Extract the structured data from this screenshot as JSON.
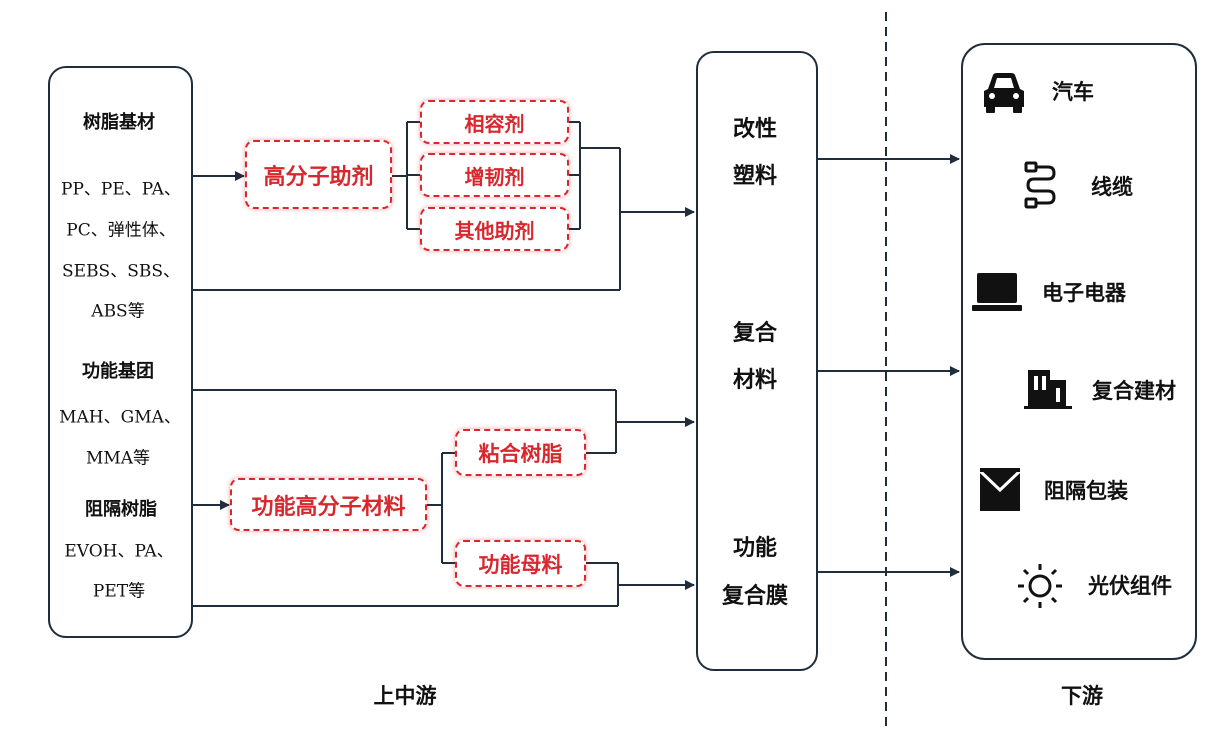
{
  "left_panel": {
    "resin_base": {
      "heading": "树脂基材",
      "lines": [
        "PP、PE、PA、",
        "PC、弹性体、",
        "SEBS、SBS、",
        "ABS等"
      ]
    },
    "functional_group": {
      "heading": "功能基团",
      "lines": [
        "MAH、GMA、",
        "MMA等"
      ]
    },
    "barrier_resin": {
      "heading": "阻隔树脂",
      "lines": [
        "EVOH、PA、",
        "PET等"
      ]
    }
  },
  "additives": {
    "main": "高分子助剂",
    "items": [
      "相容剂",
      "增韧剂",
      "其他助剂"
    ]
  },
  "functional_materials": {
    "main": "功能高分子材料",
    "items": [
      "粘合树脂",
      "功能母料"
    ]
  },
  "middle_panel": {
    "items": [
      {
        "lines": [
          "改性",
          "塑料"
        ]
      },
      {
        "lines": [
          "复合",
          "材料"
        ]
      },
      {
        "lines": [
          "功能",
          "复合膜"
        ]
      }
    ]
  },
  "downstream": {
    "items": [
      {
        "label": "汽车",
        "icon": "car-icon"
      },
      {
        "label": "线缆",
        "icon": "cable-icon"
      },
      {
        "label": "电子电器",
        "icon": "laptop-icon"
      },
      {
        "label": "复合建材",
        "icon": "building-icon"
      },
      {
        "label": "阻隔包装",
        "icon": "package-icon"
      },
      {
        "label": "光伏组件",
        "icon": "sun-icon"
      }
    ]
  },
  "footer": {
    "upstream": "上中游",
    "downstream": "下游"
  },
  "colors": {
    "line": "#1f2d3d",
    "accent_red": "#d9272e"
  }
}
